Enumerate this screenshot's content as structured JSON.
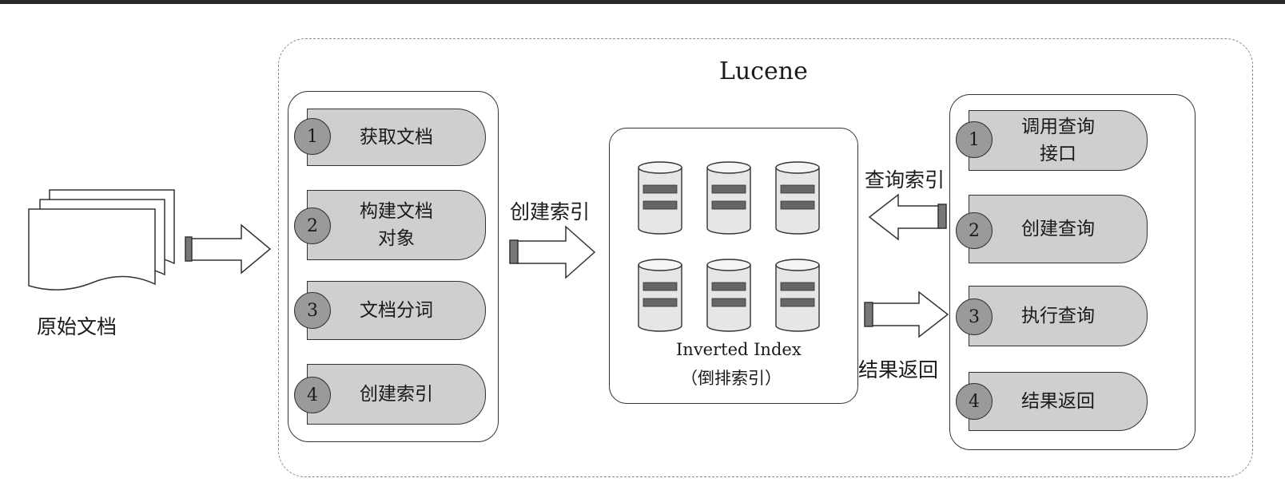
{
  "source": {
    "label": "原始文档"
  },
  "lucene": {
    "title": "Lucene"
  },
  "indexing": {
    "steps": [
      {
        "num": "1",
        "label": "获取文档"
      },
      {
        "num": "2",
        "label": "构建文档\n对象"
      },
      {
        "num": "3",
        "label": "文档分词"
      },
      {
        "num": "4",
        "label": "创建索引"
      }
    ]
  },
  "flows": {
    "create_index": "创建索引",
    "query_index": "查询索引",
    "return_results": "结果返回"
  },
  "index_store": {
    "title": "Inverted Index",
    "subtitle": "（倒排索引）"
  },
  "search": {
    "steps": [
      {
        "num": "1",
        "label": "调用查询\n接口"
      },
      {
        "num": "2",
        "label": "创建查询"
      },
      {
        "num": "3",
        "label": "执行查询"
      },
      {
        "num": "4",
        "label": "结果返回"
      }
    ]
  },
  "colors": {
    "step_fill": "#cfcfcf",
    "number_fill": "#9a9a9a",
    "db_fill": "#e6e6e6",
    "db_bar": "#666666"
  }
}
